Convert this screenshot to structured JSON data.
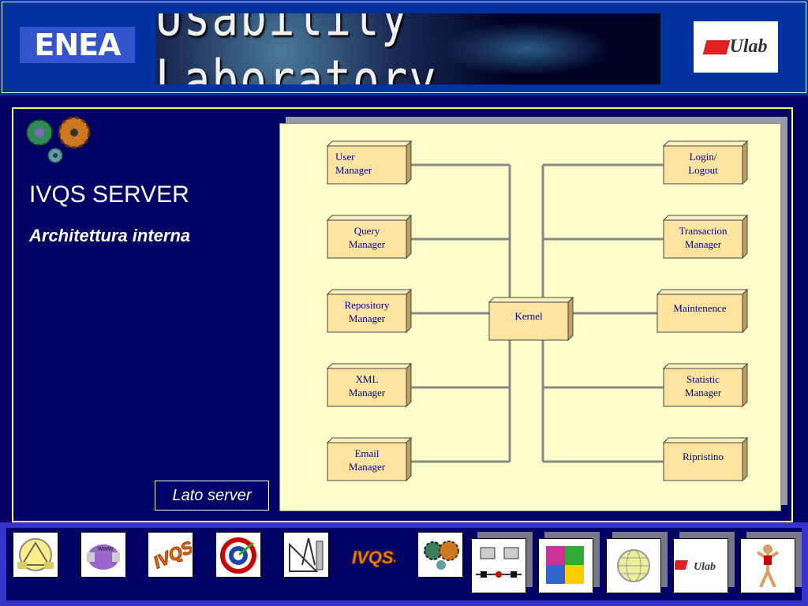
{
  "header": {
    "enea_logo": "ENEA",
    "banner_text": "Usability Laboratory",
    "ulab_logo": "Ulab"
  },
  "slide": {
    "title": "IVQS SERVER",
    "subtitle": "Architettura interna",
    "badge": "Lato server"
  },
  "diagram": {
    "left_modules": [
      {
        "line1": "User",
        "line2": "Manager"
      },
      {
        "line1": "Query",
        "line2": "Manager"
      },
      {
        "line1": "Repository",
        "line2": "Manager"
      },
      {
        "line1": "XML",
        "line2": "Manager"
      },
      {
        "line1": "Email",
        "line2": "Manager"
      }
    ],
    "kernel": "Kernel",
    "right_modules": [
      {
        "line1": "Login/",
        "line2": "Logout"
      },
      {
        "line1": "Transaction",
        "line2": "Manager"
      },
      {
        "line1": "Maintenence",
        "line2": ""
      },
      {
        "line1": "Statistic",
        "line2": "Manager"
      },
      {
        "line1": "Ripristino",
        "line2": ""
      }
    ]
  },
  "footer": {
    "ivqs_label": "IVQS",
    "ivqss_label": "IVQSS",
    "www_label": "www",
    "ulab_label": "Ulab"
  },
  "colors": {
    "background": "#000066",
    "header": "#003399",
    "frame": "#ffff66",
    "diagram_bg": "#ffffcc",
    "box_fill": "#ffe4a0",
    "box_text": "#000099",
    "connector": "#888888"
  }
}
